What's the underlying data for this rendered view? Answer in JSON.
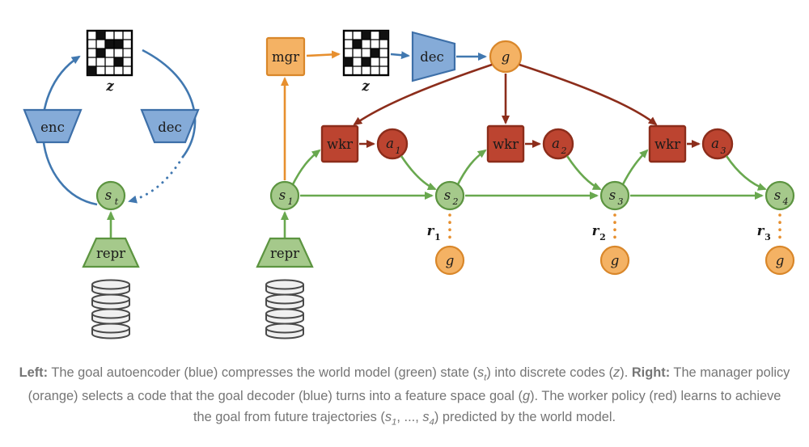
{
  "diagram": {
    "labels": {
      "z": "z",
      "enc": "enc",
      "dec": "dec",
      "mgr": "mgr",
      "g": "g",
      "repr": "repr",
      "wkr": "wkr",
      "s": "s",
      "a": "a",
      "r": "r",
      "sub_t": "t",
      "sub_1": "1",
      "sub_2": "2",
      "sub_3": "3",
      "sub_4": "4"
    }
  },
  "figure": {
    "caption_segments": [
      {
        "t": "Left:",
        "b": true
      },
      {
        "t": " The goal autoencoder (blue) compresses the world model (green) state ("
      },
      {
        "t": "s",
        "i": true
      },
      {
        "t": "t",
        "i": true,
        "sub": true
      },
      {
        "t": ") into discrete codes ("
      },
      {
        "t": "z",
        "i": true
      },
      {
        "t": "). "
      },
      {
        "t": "Right:",
        "b": true
      },
      {
        "t": " The manager policy (orange) selects a code that the goal decoder (blue) turns into a feature space goal ("
      },
      {
        "t": "g",
        "i": true
      },
      {
        "t": "). The worker policy (red) learns to achieve the goal from future trajectories ("
      },
      {
        "t": "s",
        "i": true
      },
      {
        "t": "1",
        "i": true,
        "sub": true
      },
      {
        "t": ", ..., "
      },
      {
        "t": "s",
        "i": true
      },
      {
        "t": "4",
        "i": true,
        "sub": true
      },
      {
        "t": ") predicted by the world model."
      }
    ]
  },
  "colors": {
    "background": "#FFFFFF",
    "blue_fill": "#85ABD8",
    "blue_stroke": "#3D6FA8",
    "blue_arrow": "#4178B0",
    "green_fill": "#A5C98B",
    "green_stroke": "#5C9440",
    "green_arrow": "#69A84F",
    "orange_fill": "#F4B264",
    "orange_stroke": "#D9872A",
    "orange_arrow": "#E78F2E",
    "red_fill": "#BC4430",
    "red_stroke": "#8C2D1B",
    "darkred_arrow": "#8C2D1B",
    "cylinder_fill": "#F0F0F0",
    "cylinder_stroke": "#4A4A4A",
    "label": "#1A1A1A",
    "caption": "#757575"
  }
}
